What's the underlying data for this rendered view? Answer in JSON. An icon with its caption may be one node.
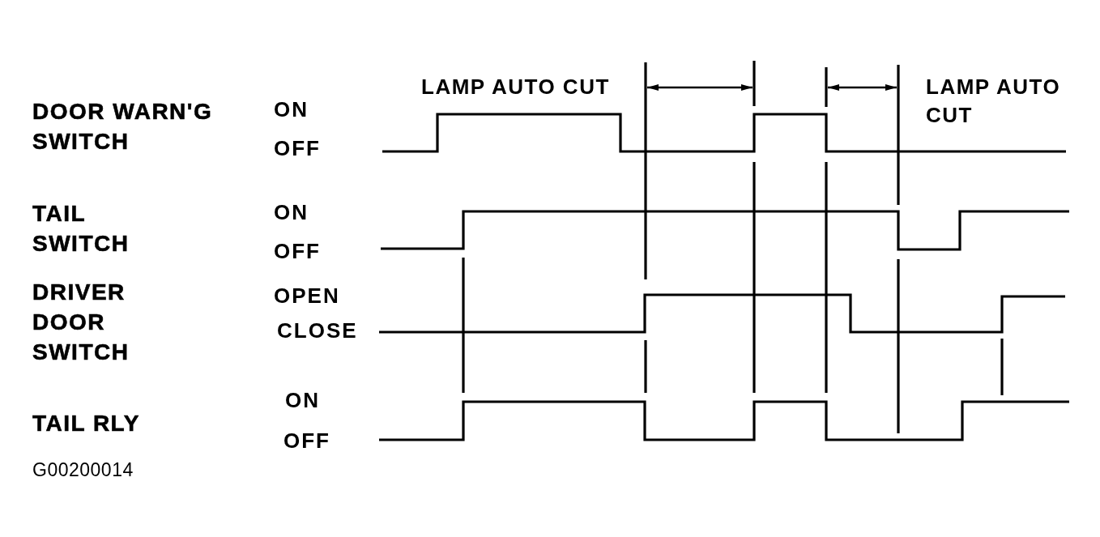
{
  "diagram": {
    "labels": [
      "LAMP AUTO CUT",
      "LAMP AUTO CUT",
      "DOOR WARN'G SWITCH",
      "ON",
      "OFF",
      "TAIL SWITCH",
      "ON",
      "OFF",
      "DRIVER DOOR SWITCH",
      "OPEN",
      "CLOSE",
      "ON",
      "TAIL RLY",
      "OFF",
      "G00200014"
    ]
  }
}
